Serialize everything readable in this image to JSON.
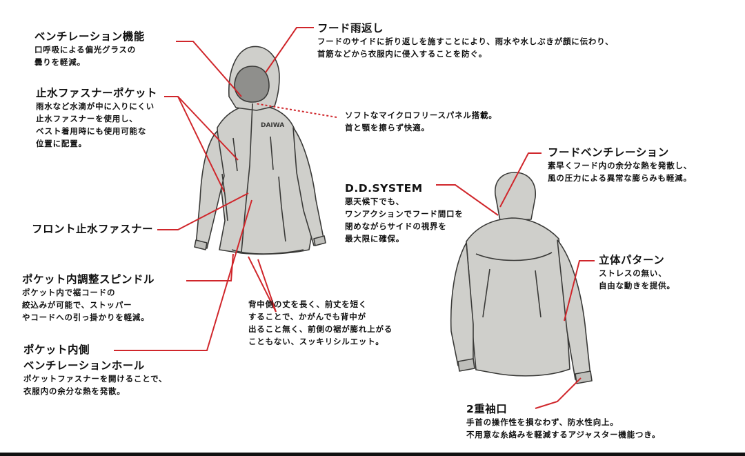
{
  "colors": {
    "leader": "#d0262b",
    "jacket": "#cfcfcb",
    "outline": "#3a3a38",
    "text": "#111111"
  },
  "brand_mark": "DAIWA",
  "callouts": {
    "ventilation": {
      "title": "ベンチレーション機能",
      "desc": [
        "口呼吸による偏光グラスの",
        "曇りを軽減。"
      ]
    },
    "hood_return": {
      "title": "フード雨返し",
      "desc": [
        "フードのサイドに折り返しを施すことにより、雨水や水しぶきが顔に伝わり、",
        "首筋などから衣服内に侵入することを防ぐ。"
      ]
    },
    "zip_pocket": {
      "title": "止水ファスナーポケット",
      "desc": [
        "雨水など水滴が中に入りにくい",
        "止水ファスナーを使用し、",
        "ベスト着用時にも使用可能な",
        "位置に配置。"
      ]
    },
    "fleece": {
      "desc": [
        "ソフトなマイクロフリースパネル搭載。",
        "首と顎を擦らず快適。"
      ]
    },
    "hood_vent": {
      "title": "フードベンチレーション",
      "desc": [
        "素早くフード内の余分な熱を発散し、",
        "風の圧力による異常な膨らみも軽減。"
      ]
    },
    "dd_system": {
      "title": "D.D.SYSTEM",
      "desc": [
        "悪天候下でも、",
        "ワンアクションでフード間口を",
        "閉めながらサイドの視界を",
        "最大限に確保。"
      ]
    },
    "front_zip": {
      "title": "フロント止水ファスナー"
    },
    "pattern": {
      "title": "立体パターン",
      "desc": [
        "ストレスの無い、",
        "自由な動きを提供。"
      ]
    },
    "spindle": {
      "title": "ポケット内調整スピンドル",
      "desc": [
        "ポケット内で裾コードの",
        "絞込みが可能で、ストッパー",
        "やコードへの引っ掛かりを軽減。"
      ]
    },
    "hem": {
      "desc": [
        "背中側の丈を長く、前丈を短く",
        "することで、かがんでも背中が",
        "出ること無く、前側の裾が膨れ上がる",
        "こともない、スッキリシルエット。"
      ]
    },
    "pocket_vent": {
      "title": [
        "ポケット内側",
        "ベンチレーションホール"
      ],
      "desc": [
        "ポケットファスナーを開けることで、",
        "衣服内の余分な熱を発散。"
      ]
    },
    "cuff": {
      "title": "2重袖口",
      "desc": [
        "手首の操作性を損なわず、防水性向上。",
        "不用意な糸絡みを軽減するアジャスター機能つき。"
      ]
    }
  }
}
